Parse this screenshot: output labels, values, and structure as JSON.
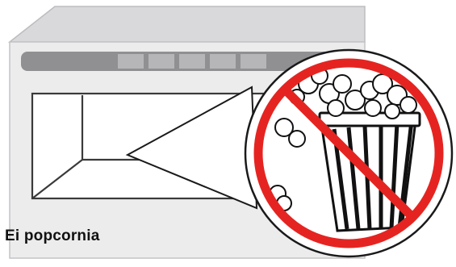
{
  "caption": "Ei popcornia",
  "illustration": {
    "appliance": "microwave-oven",
    "prohibition": "no-popcorn",
    "colors": {
      "oven_body": "#e9e9ea",
      "oven_top": "#d9d9db",
      "control_panel": "#8f8f92",
      "panel_button": "#b4b4b7",
      "door_line": "#3a3a3a",
      "prohibition_red": "#e52421",
      "outline": "#1a1a1a"
    }
  }
}
